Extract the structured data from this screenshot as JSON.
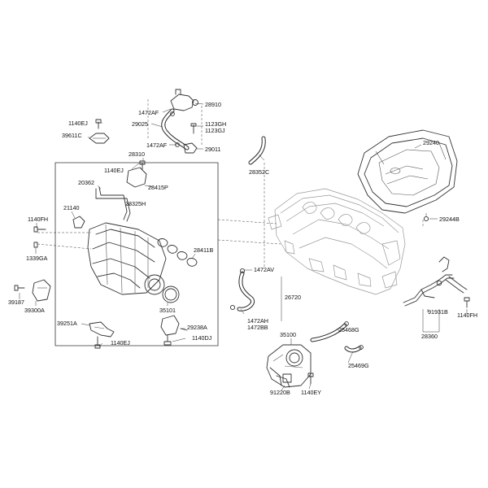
{
  "parts": {
    "p28910": "28910",
    "p1472AF_top": "1472AF",
    "p29025": "29025",
    "p1140EJ_a": "1140EJ",
    "p39611C": "39611C",
    "p1123GH": "1123GH",
    "p1123GJ": "1123GJ",
    "p1472AF_mid": "1472AF",
    "p29011": "29011",
    "p28310": "28310",
    "p28352C": "28352C",
    "p29240": "29240",
    "p1140EJ_b": "1140EJ",
    "p20362": "20362",
    "p28415P": "28415P",
    "p28325H": "28325H",
    "p21140": "21140",
    "p1140FH_a": "1140FH",
    "p29244B": "29244B",
    "p1339GA": "1339GA",
    "p28411B": "28411B",
    "p1472AV": "1472AV",
    "p39187": "39187",
    "p39300A": "39300A",
    "p26720": "26720",
    "p91931B": "91931B",
    "p1140FH_b": "1140FH",
    "p35101": "35101",
    "p1472AH": "1472AH",
    "p1472BB": "1472BB",
    "p28360": "28360",
    "p39251A": "39251A",
    "p29238A": "29238A",
    "p1140DJ": "1140DJ",
    "p35100": "35100",
    "p25468G": "25468G",
    "p1140EJ_c": "1140EJ",
    "p25469G": "25469G",
    "p91220B": "91220B",
    "p1140EY": "1140EY"
  }
}
